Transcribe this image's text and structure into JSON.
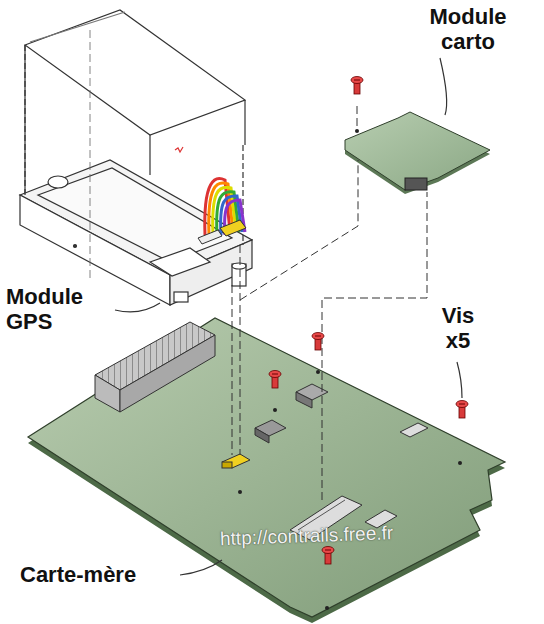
{
  "diagram": {
    "labels": [
      "Module carto",
      "Module GPS",
      "Vis x5",
      "Carte-mère",
      "http://contrails.free.fr"
    ]
  }
}
